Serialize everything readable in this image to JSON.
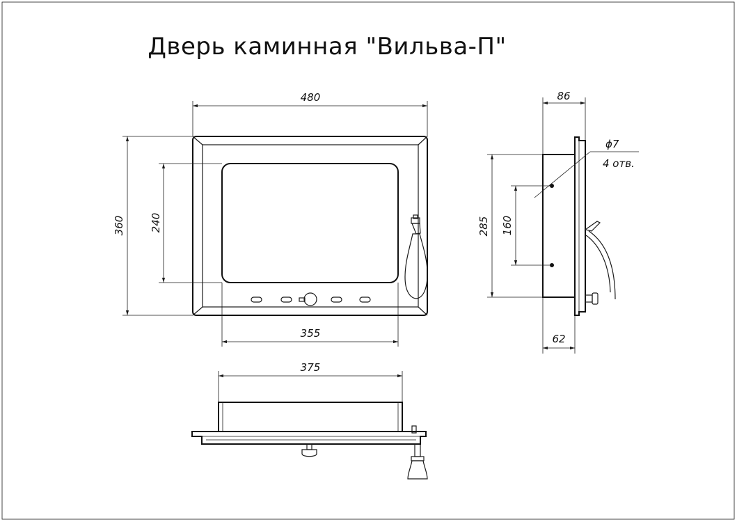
{
  "title": "Дверь каминная \"Вильва-П\"",
  "front_view": {
    "width_label": "480",
    "height_label": "360",
    "glass_height_label": "240",
    "glass_width_label": "355"
  },
  "side_view": {
    "depth_label": "86",
    "hole_diameter_label": "ϕ7",
    "hole_count_label": "4 отв.",
    "body_height_label": "285",
    "hole_spacing_label": "160",
    "body_depth_label": "62"
  },
  "top_view": {
    "width_label": "375"
  },
  "colors": {
    "ink": "#1a1a1a",
    "background": "#ffffff"
  }
}
